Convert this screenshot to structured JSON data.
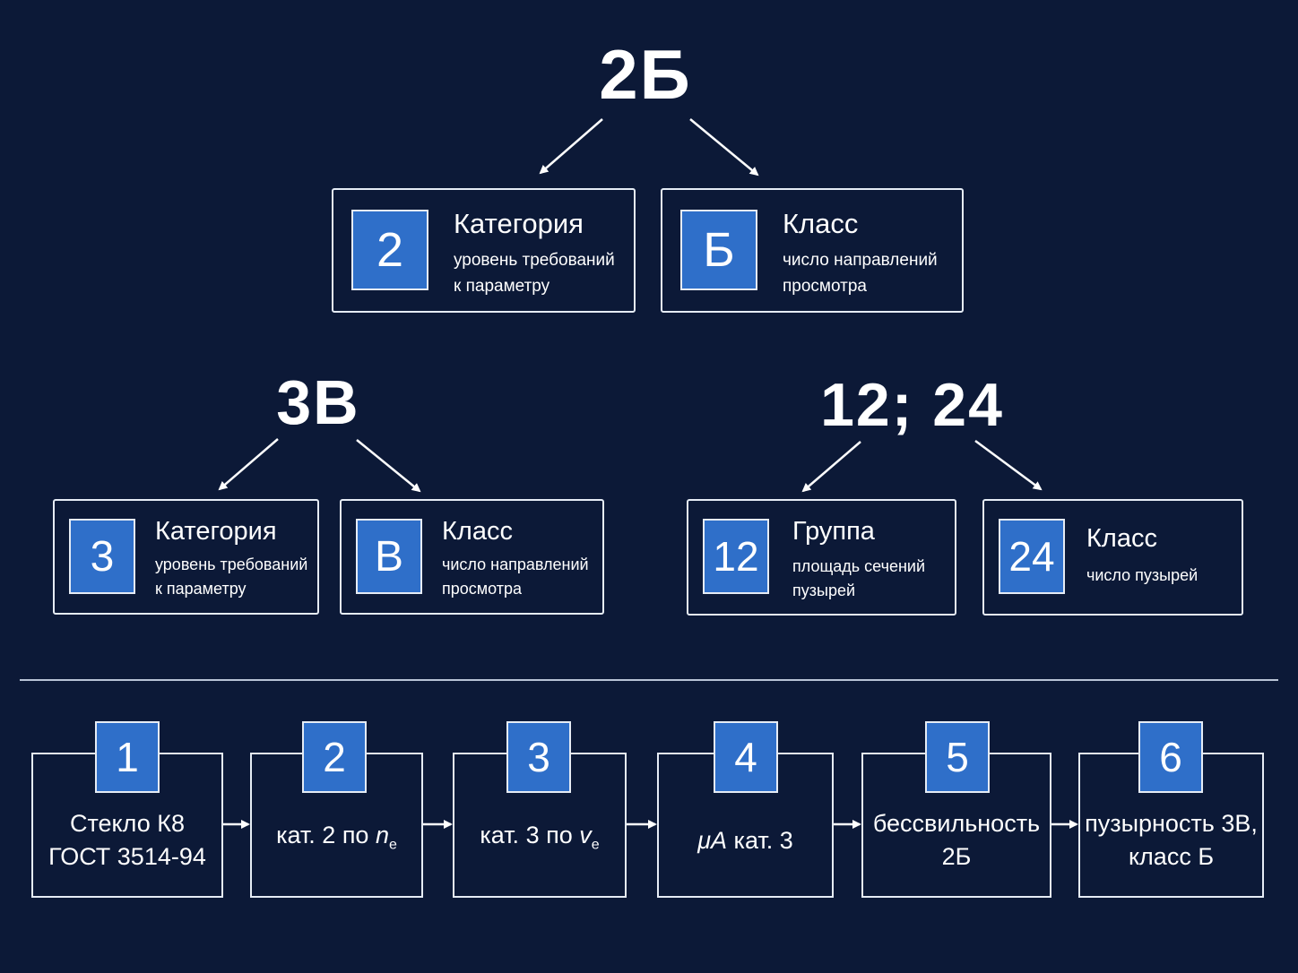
{
  "top": {
    "heading": "2Б",
    "cards": [
      {
        "badge": "2",
        "title": "Категория",
        "desc": [
          "уровень требований",
          "к параметру"
        ]
      },
      {
        "badge": "Б",
        "title": "Класс",
        "desc": [
          "число направлений",
          "просмотра"
        ]
      }
    ]
  },
  "left": {
    "heading": "3В",
    "cards": [
      {
        "badge": "3",
        "title": "Категория",
        "desc": [
          "уровень требований",
          "к параметру"
        ]
      },
      {
        "badge": "В",
        "title": "Класс",
        "desc": [
          "число направлений",
          "просмотра"
        ]
      }
    ]
  },
  "right": {
    "heading": "12; 24",
    "cards": [
      {
        "badge": "12",
        "title": "Группа",
        "desc": [
          "площадь сечений",
          "пузырей"
        ]
      },
      {
        "badge": "24",
        "title": "Класс",
        "desc": [
          "число пузырей"
        ]
      }
    ]
  },
  "steps": [
    {
      "num": "1",
      "lines": [
        "Стекло К8",
        "ГОСТ 3514-94"
      ]
    },
    {
      "num": "2",
      "prefix": "кат. 2 по ",
      "sym": "n",
      "sub": "e"
    },
    {
      "num": "3",
      "prefix": "кат. 3 по ",
      "sym": "v",
      "sub": "e"
    },
    {
      "num": "4",
      "sym": "μA",
      "suffix": " кат. 3"
    },
    {
      "num": "5",
      "lines": [
        "бессвильность",
        "2Б"
      ]
    },
    {
      "num": "6",
      "lines": [
        "пузырность 3В,",
        "класс Б"
      ]
    }
  ],
  "colors": {
    "background": "#0c1937",
    "badge": "#2f6fc9",
    "line": "#e6ecf5"
  }
}
